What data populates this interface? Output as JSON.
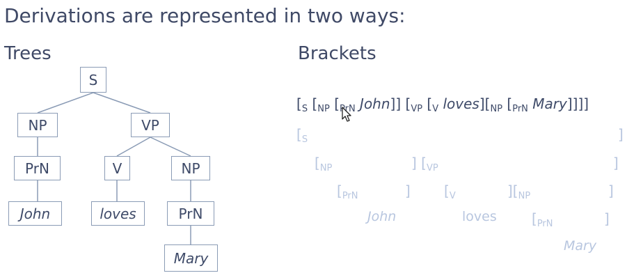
{
  "slide": {
    "title": "Derivations are represented in two ways:",
    "trees_heading": "Trees",
    "brackets_heading": "Brackets"
  },
  "tree": {
    "nodes": {
      "s": "S",
      "np1": "NP",
      "vp": "VP",
      "prn1": "PrN",
      "v": "V",
      "np2": "NP",
      "john": "John",
      "loves": "loves",
      "prn2": "PrN",
      "mary": "Mary"
    },
    "line_color": "#8a9bb5"
  },
  "brackets": {
    "full": {
      "open": "[",
      "close": "]",
      "s": "S",
      "np": "NP",
      "prn": "PrN",
      "vp": "VP",
      "v": "V",
      "john": "John",
      "loves": "loves",
      "mary": "Mary",
      "close2": "]]",
      "close4": "]]]]",
      "close_open": "][",
      "close_sp_open": "] ["
    },
    "faded": {
      "open": "[",
      "close": "]",
      "close_open": "][",
      "close_sp_open": "] [",
      "s": "S",
      "np": "NP",
      "vp": "VP",
      "prn": "PrN",
      "v": "V",
      "john": "John",
      "loves": "loves",
      "mary": "Mary"
    },
    "faded_color": "#b8c6df"
  },
  "colors": {
    "text": "#3e4a68",
    "node_border": "#8a9bb5"
  }
}
